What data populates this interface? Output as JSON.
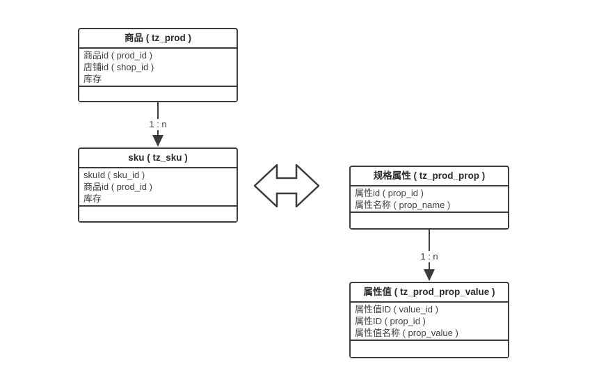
{
  "diagram": {
    "background_color": "#ffffff",
    "line_color": "#3b3b3b",
    "text_color": "#3f3f3f",
    "entities": [
      {
        "id": "prod",
        "title": "商品 ( tz_prod )",
        "fields": [
          "商品id ( prod_id )",
          "店铺id ( shop_id )",
          "库存"
        ]
      },
      {
        "id": "sku",
        "title": "sku ( tz_sku )",
        "fields": [
          "skuId ( sku_id )",
          "商品id ( prod_id )",
          "库存"
        ]
      },
      {
        "id": "prod_prop",
        "title": "规格属性 ( tz_prod_prop )",
        "fields": [
          "属性id ( prop_id )",
          "属性名称 ( prop_name )"
        ]
      },
      {
        "id": "prod_prop_value",
        "title": "属性值 ( tz_prod_prop_value )",
        "fields": [
          "属性值ID ( value_id )",
          "属性ID ( prop_id )",
          "属性值名称 ( prop_value )"
        ]
      }
    ],
    "connectors": [
      {
        "from": "prod",
        "to": "sku",
        "label": "1 : n"
      },
      {
        "from": "prod_prop",
        "to": "prod_prop_value",
        "label": "1 : n"
      }
    ],
    "relation_symbol": "double-headed-arrow"
  }
}
